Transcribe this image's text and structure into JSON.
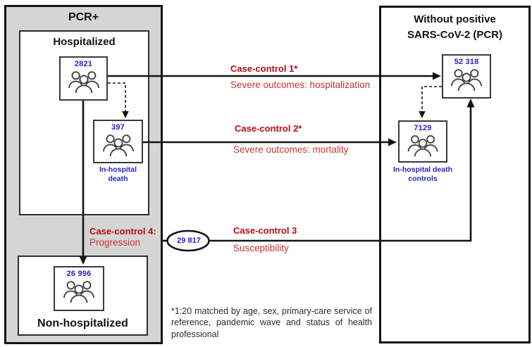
{
  "left_panel": {
    "title": "PCR+",
    "hospitalized": {
      "title": "Hospitalized",
      "cases": {
        "count": "2821"
      },
      "deaths": {
        "count": "397",
        "label": "In-hospital death"
      }
    },
    "non_hospitalized": {
      "title": "Non-hospitalized",
      "count": "26 996"
    }
  },
  "right_panel": {
    "title_line1": "Without positive",
    "title_line2": "SARS-CoV-2 (PCR)",
    "hospitalization_controls": {
      "count": "52 318"
    },
    "death_controls": {
      "count": "7129",
      "label": "In-hospital death controls"
    }
  },
  "case_controls": {
    "cc1": {
      "label": "Case-control 1*",
      "description": "Severe outcomes: hospitalization"
    },
    "cc2": {
      "label": "Case-control 2*",
      "description": "Severe outcomes: mortality"
    },
    "cc3": {
      "label": "Case-control 3",
      "description": "Susceptibility",
      "pcr_positive_total": "29 817"
    },
    "cc4": {
      "label": "Case-control 4:",
      "description": "Progression"
    }
  },
  "footnote": "*1:20 matched by age, sex, primary-care service of reference, pandemic wave and status of health professional",
  "colors": {
    "red_bold": "#b50d12",
    "red": "#cc3232",
    "blue": "#2323cc",
    "panel_gray": "#d5d5d5",
    "line_black": "#141414"
  }
}
